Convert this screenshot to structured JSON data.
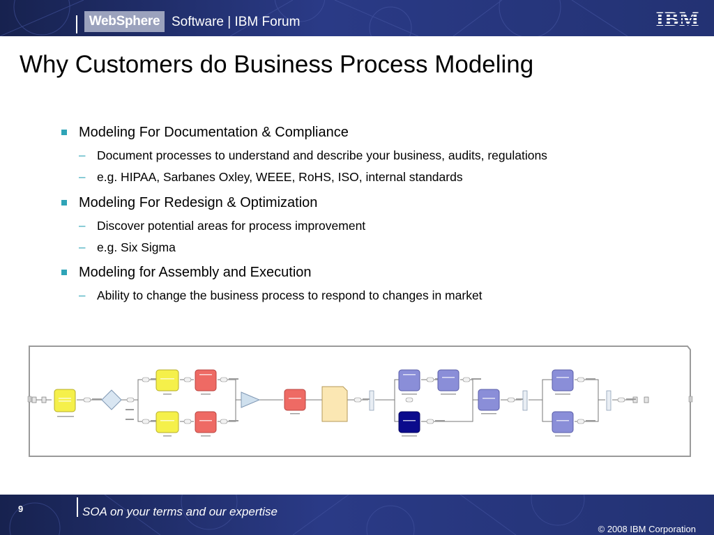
{
  "header": {
    "brand": "WebSphere",
    "subtitle": "Software | IBM Forum",
    "logo_text": "IBM"
  },
  "slide": {
    "title": "Why Customers do Business Process Modeling",
    "bullets": [
      {
        "text": "Modeling For Documentation & Compliance",
        "subs": [
          "Document processes to understand and describe your business, audits, regulations",
          "e.g. HIPAA, Sarbanes Oxley, WEEE, RoHS, ISO, internal standards"
        ]
      },
      {
        "text": "Modeling For Redesign & Optimization",
        "subs": [
          "Discover potential areas for process improvement",
          "e.g. Six Sigma"
        ]
      },
      {
        "text": "Modeling for Assembly and Execution",
        "subs": [
          "Ability to change the business process to respond to changes in market"
        ]
      }
    ]
  },
  "diagram": {
    "task_colors": {
      "yellow": "#f5f04a",
      "red": "#ee6a64",
      "purple": "#8a8ed8",
      "navy": "#0b0b8c",
      "note": "#fbe7b3"
    }
  },
  "footer": {
    "page_number": "9",
    "tagline": "SOA on your terms and our expertise",
    "copyright": "© 2008 IBM Corporation"
  },
  "colors": {
    "band": "#233273",
    "bullet_accent": "#2fa4b7"
  }
}
